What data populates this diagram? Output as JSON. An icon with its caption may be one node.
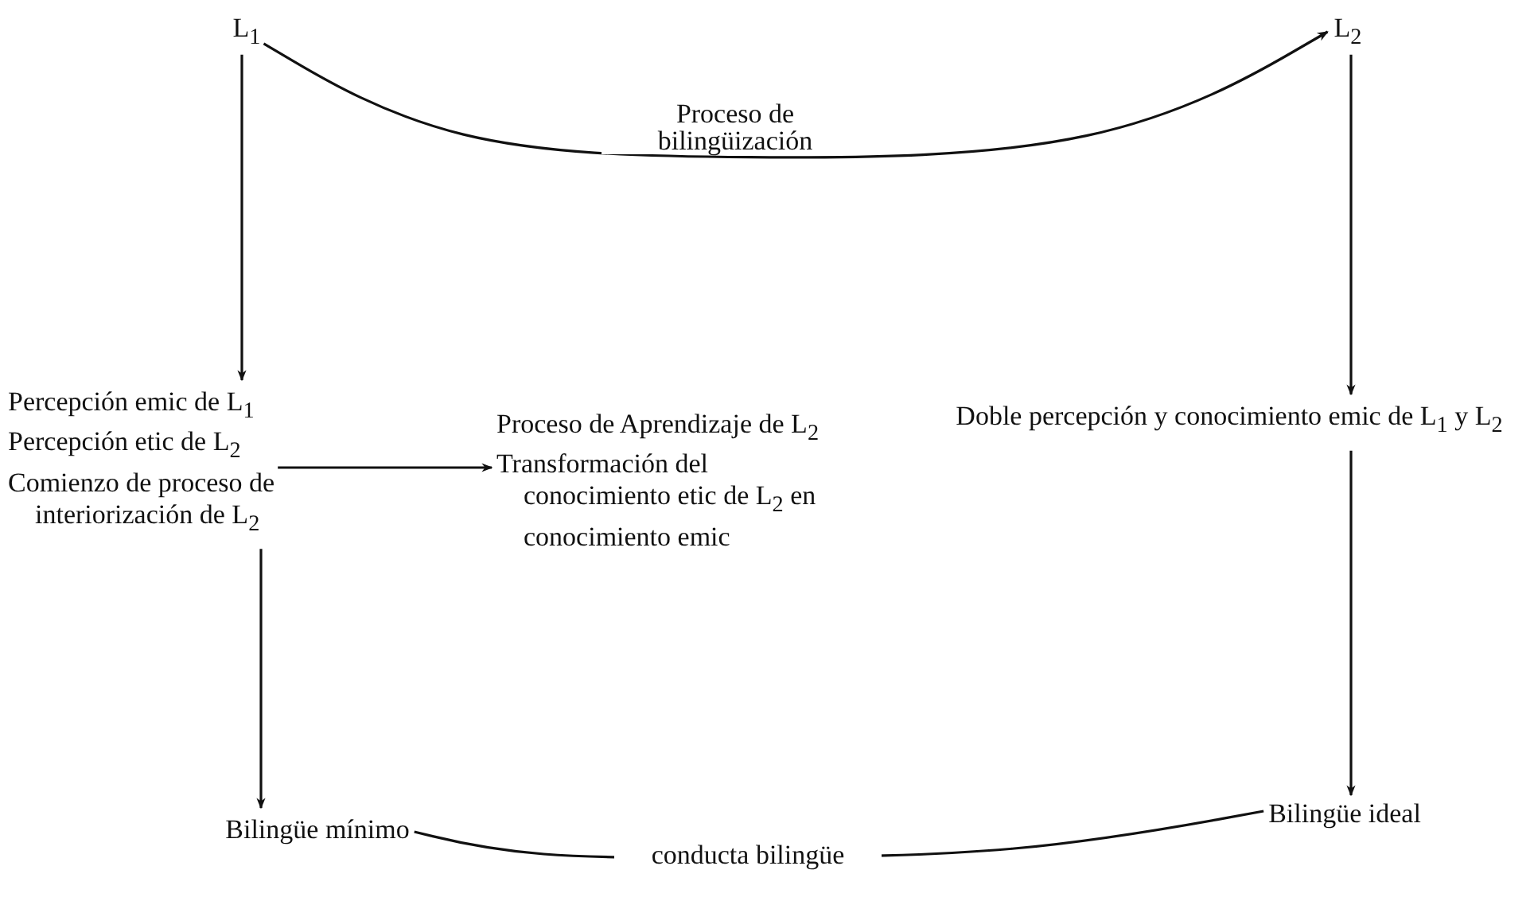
{
  "diagram": {
    "nodes": [
      {
        "text": [
          "L$_{1}$"
        ]
      },
      {
        "text": [
          "L$_{2}$"
        ]
      },
      {
        "text": [
          "Percepción emic de L$_{1}$",
          "Percepción etic de L$_{2}$",
          "Comienzo de proceso de interiorización de L$_{2}$"
        ]
      },
      {
        "text": [
          "Proceso de Aprendizaje de L$_{2}$",
          "Transformación del conocimiento etic de L$_{2}$ en conocimiento emic"
        ]
      },
      {
        "text": [
          "Doble percepción y conocimiento emic de L$_{1}$ y L$_{2}$"
        ]
      },
      {
        "text": [
          "Bilingüe mínimo"
        ]
      },
      {
        "text": [
          "Bilingüe ideal"
        ]
      }
    ],
    "edges": [
      {
        "from": 0,
        "to": 1,
        "arrow": "to",
        "label": "Proceso de bilingüización"
      },
      {
        "from": 0,
        "to": 2,
        "arrow": "to"
      },
      {
        "from": 1,
        "to": 4,
        "arrow": "to"
      },
      {
        "from": 2,
        "to": 3,
        "arrow": "to"
      },
      {
        "from": 2,
        "to": 5,
        "arrow": "to"
      },
      {
        "from": 4,
        "to": 6,
        "arrow": "to"
      },
      {
        "from": 5,
        "to": 6,
        "arrow": "none",
        "label": "conducta bilingüe"
      }
    ]
  }
}
